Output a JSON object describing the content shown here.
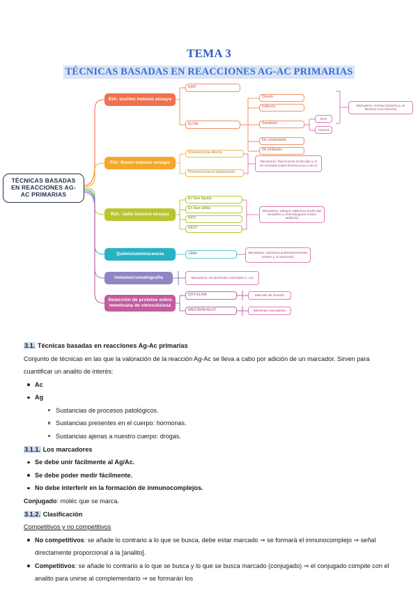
{
  "title": {
    "main": "TEMA 3",
    "sub": "TÉCNICAS BASADAS EN REACCIONES AG-AC PRIMARIAS"
  },
  "mindmap": {
    "root": "TÉCNICAS BASADAS EN REACCIONES AG-AC PRIMARIAS",
    "branches": [
      {
        "id": "eia",
        "label": "EIA: enzimo inmuno ensayo",
        "color": "#f0714f",
        "children": [
          {
            "label": "EMIT"
          },
          {
            "label": "ELISA"
          }
        ]
      },
      {
        "id": "fia",
        "label": "FIA: fluoro inmuno ensayo",
        "color": "#f4a72c",
        "children": [
          {
            "label": "Fluorescencia directa"
          },
          {
            "label": "Fluorescencia en polarización"
          }
        ]
      },
      {
        "id": "ria",
        "label": "RIA: radio inmuno ensayo",
        "color": "#b8c62e",
        "children": [
          {
            "label": "En fase líquida"
          },
          {
            "label": "En fase sólida"
          },
          {
            "label": "RIST"
          },
          {
            "label": "RAST"
          }
        ]
      },
      {
        "id": "qlm",
        "label": "Quimioluminiscencia",
        "color": "#27b2c4",
        "children": [
          {
            "label": "CMIA"
          }
        ]
      },
      {
        "id": "icr",
        "label": "Inmunocromatografía",
        "color": "#8e87c4",
        "children": []
      },
      {
        "id": "dpn",
        "label": "Detección de proteína sobre membrana de nitrocelulosa",
        "color": "#c45ba0",
        "children": [
          {
            "label": "DOT-ELISA"
          },
          {
            "label": "WESTERN-BLOT"
          }
        ]
      }
    ],
    "elisa_types": [
      "Directo",
      "Indirecto",
      "Sandwich",
      "De competición",
      "De inhibición"
    ],
    "sandwich_types": [
      "DAS",
      "HADAS"
    ],
    "notes": {
      "eia": "Marcadores: enzimas (proteína q. se favorece en la reacción)",
      "fia": "Marcadores: fluorocromos (moléculas q. al ser excitadas emiten fluorescencia a otra λ)",
      "ria": "Marcadores: isótopos radiactivos (moléculas inestables q. al desintegrarse emiten radiación)",
      "qlm": "Marcadores: sustancias quimioluminiscentes (emiten q. al reaccionar)",
      "icr": "Marcadores: nanopartículas coloreadas (c. Au)",
      "dot": "Marcado de muestra",
      "western": "Diferentes marcadores"
    }
  },
  "sections": [
    {
      "num": "3.1.",
      "heading": "Técnicas basadas en reacciones Ag-Ac primarias",
      "intro": "Conjunto de técnicas en las que la valoración de la reacción Ag-Ac se lleva a cabo por adición de un marcador. Sirven para cuantificar un analito de interés:",
      "bullets": [
        {
          "label": "Ac",
          "sub": []
        },
        {
          "label": "Ag",
          "sub": [
            "Sustancias de procesos patológicos.",
            "Sustancias presentes en el cuerpo: hormonas.",
            "Sustancias ajenas a nuestro cuerpo: drogas."
          ]
        }
      ]
    },
    {
      "num": "3.1.1.",
      "heading": "Los marcadores",
      "bullets": [
        "Se debe unir fácilmente al Ag/Ac.",
        "Se debe poder medir fácilmente.",
        "No debe interferir en la formación de inmunocomplejos."
      ],
      "conjugado_label": "Conjugado",
      "conjugado_text": ": moléc que se marca."
    },
    {
      "num": "3.1.2.",
      "heading": "Clasificación",
      "subheading": "Competitivos y no competitivos",
      "items": [
        {
          "label": "No competitivos",
          "text": ": se añade lo contrario a lo que se busca, debe estar marcado ⇒ se formará el inmunocomplejo ⇒ señal directamente proporcional a la [analito]."
        },
        {
          "label": "Competitivos",
          "text": ": se añade lo contrario a lo que se busca y lo que se busca marcado (conjugado) ⇒ el conjugado compite con el analito para unirse al complementario ⇒ se formarán los"
        }
      ]
    }
  ]
}
